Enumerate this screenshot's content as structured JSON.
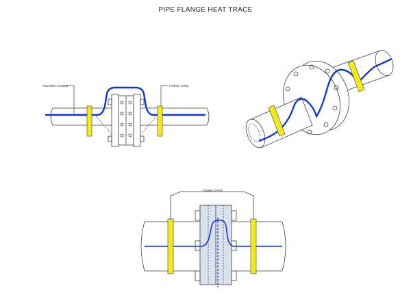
{
  "title": "PIPE FLANGE HEAT TRACE",
  "labels": {
    "heating_cable": "HEATING CABLE",
    "fixing_tape_side": "FIXING TAPE",
    "fixing_tape_bottom": "FIXING TAPE"
  },
  "colors": {
    "cable": "#1237c8",
    "tape": "#f3ea1e",
    "line": "#3a3a3a",
    "flange_fill": "#d9e0ee"
  }
}
